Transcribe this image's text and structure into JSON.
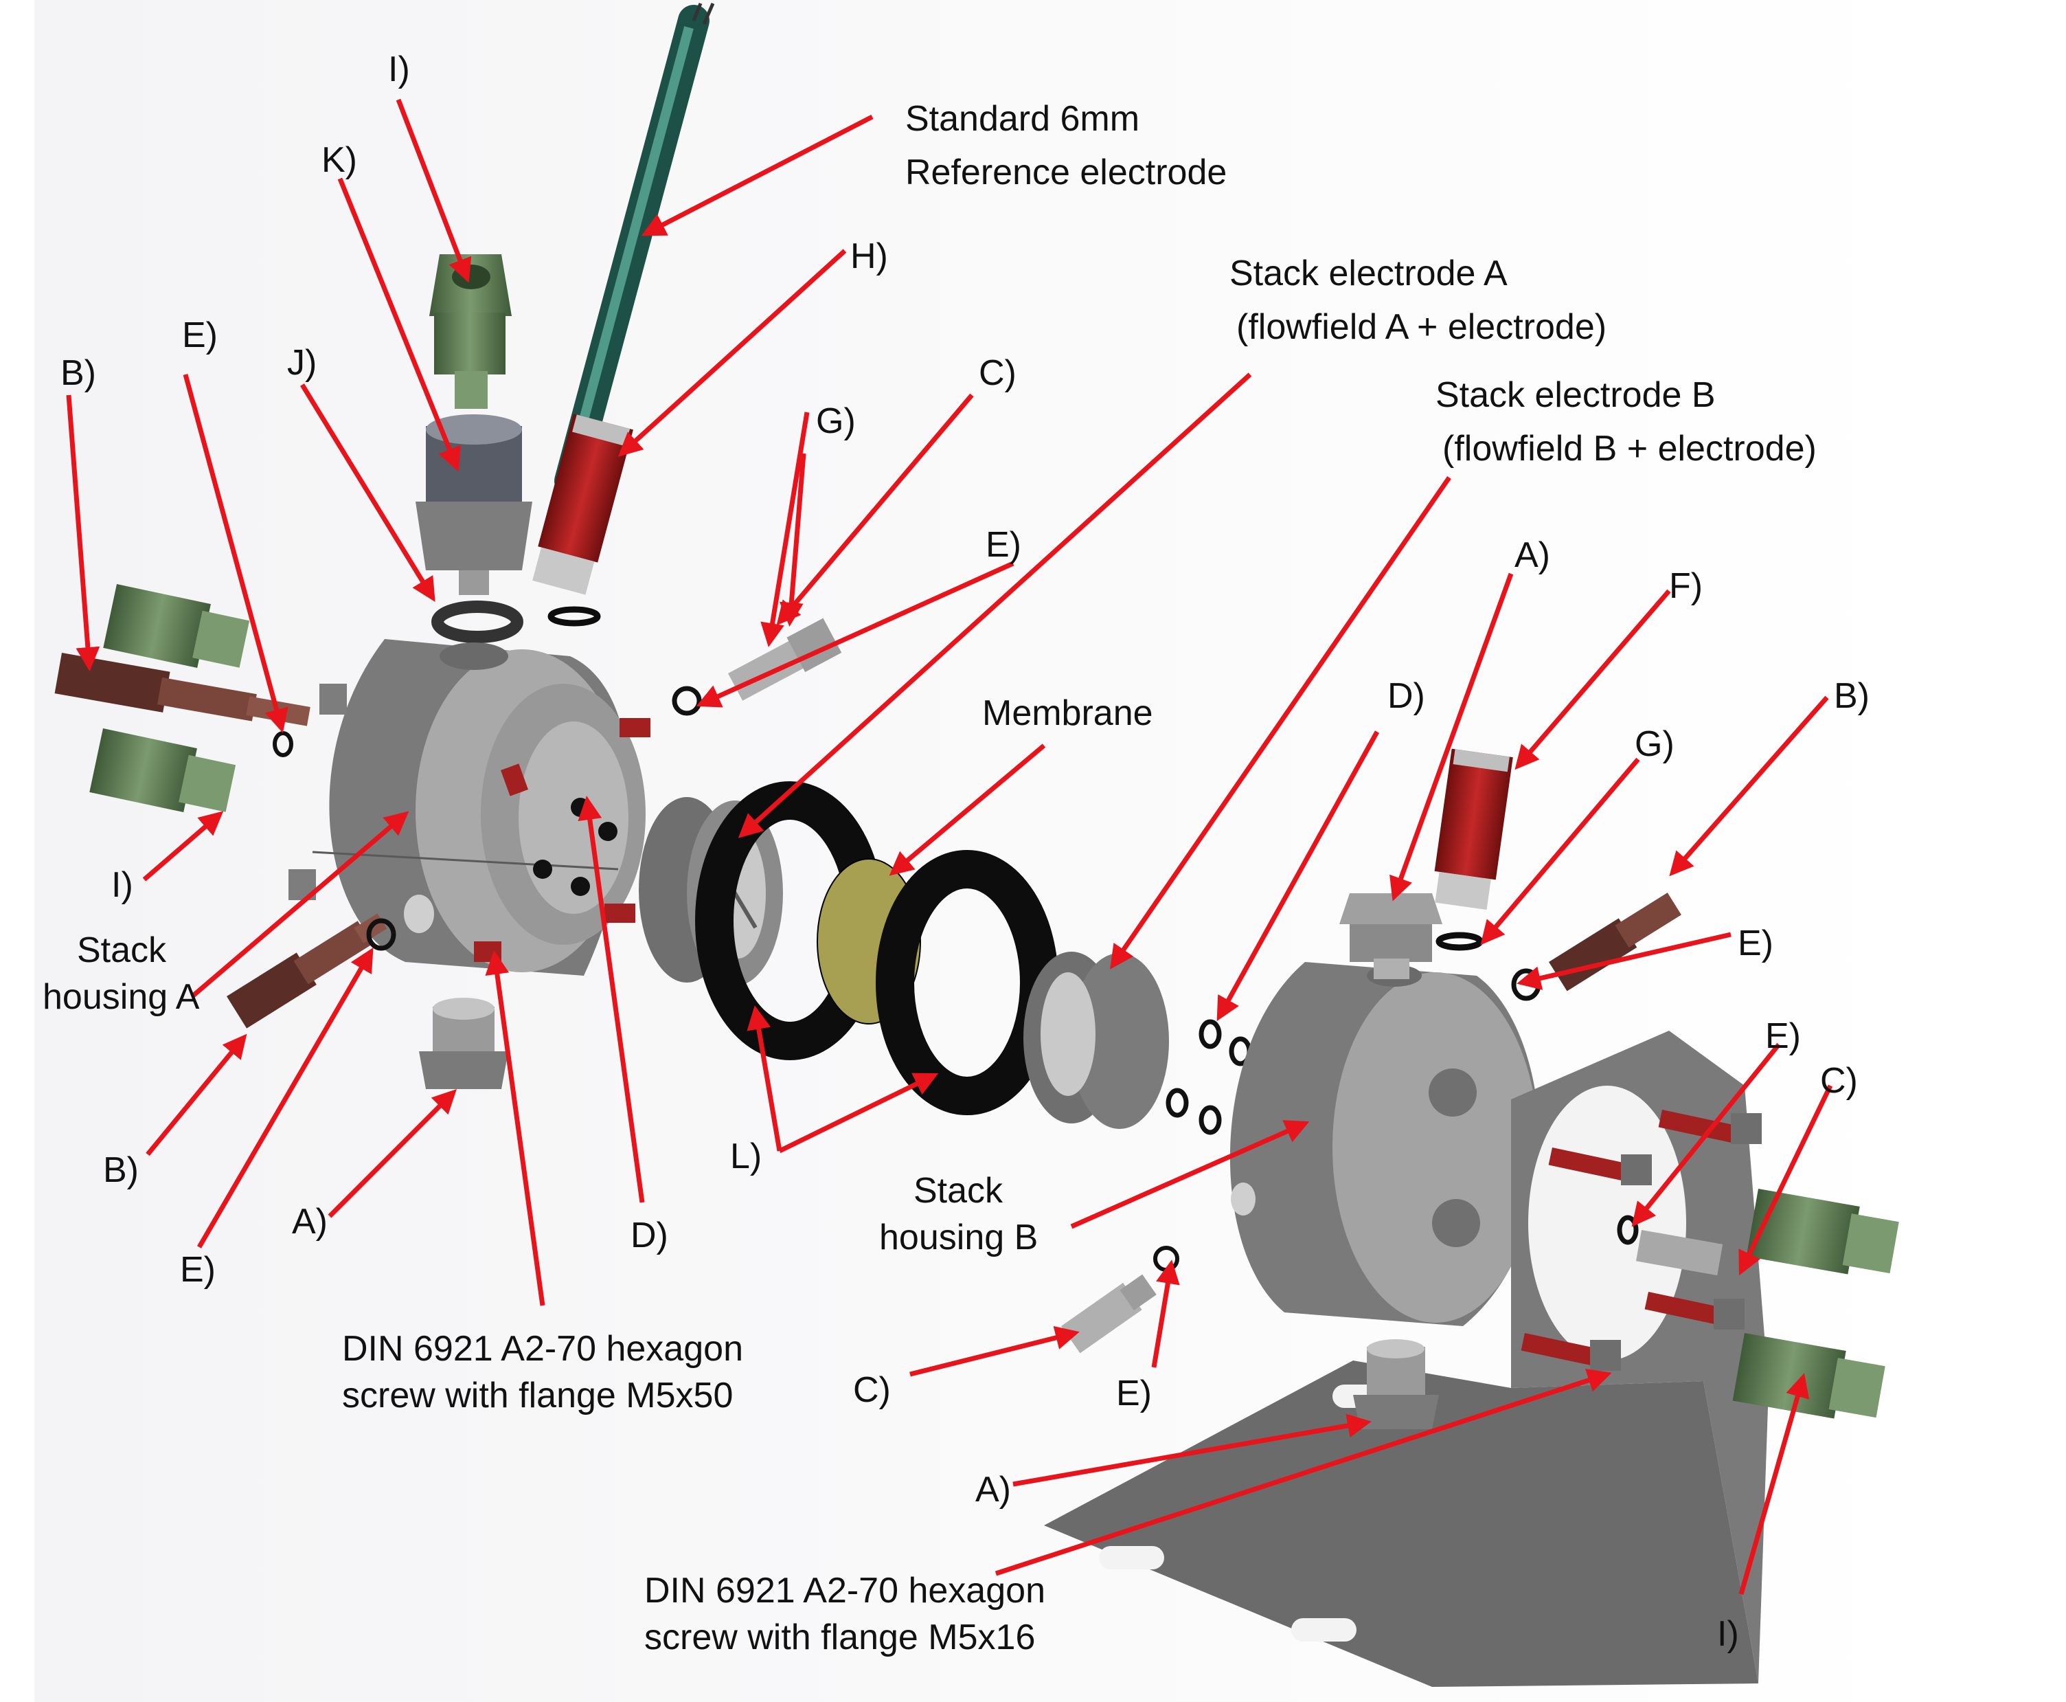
{
  "labels": {
    "ref_electrode_1": "Standard 6mm",
    "ref_electrode_2": "Reference electrode",
    "stack_a_1": "Stack electrode A",
    "stack_a_2": "(flowfield A + electrode)",
    "stack_b_1": "Stack electrode B",
    "stack_b_2": "(flowfield B + electrode)",
    "membrane": "Membrane",
    "housing_a_1": "Stack",
    "housing_a_2": "housing A",
    "housing_b_1": "Stack",
    "housing_b_2": "housing B",
    "screw50_1": "DIN 6921 A2-70 hexagon",
    "screw50_2": "screw with flange M5x50",
    "screw16_1": "DIN 6921 A2-70 hexagon",
    "screw16_2": "screw with flange M5x16",
    "I_top": "I)",
    "K": "K)",
    "H": "H)",
    "J": "J)",
    "E_left_top": "E)",
    "B_left_top": "B)",
    "C_top": "C)",
    "G_top": "G)",
    "E_mid": "E)",
    "A_right_top": "A)",
    "F": "F)",
    "D_right": "D)",
    "G_right": "G)",
    "B_right": "B)",
    "E_right": "E)",
    "E_right2": "E)",
    "C_right": "C)",
    "I_left": "I)",
    "B_left_bottom": "B)",
    "E_left_bottom": "E)",
    "A_left_bottom": "A)",
    "D_left": "D)",
    "L": "L)",
    "C_bottom": "C)",
    "E_bottom": "E)",
    "A_bottom": "A)",
    "I_bottom_right": "I)"
  },
  "colors": {
    "arrow": "#e8141b",
    "steel": "#8c8c8c",
    "steel_dark": "#5e5e5e",
    "steel_light": "#b4b4b4",
    "green_fitting": "#5d7a52",
    "red_part": "#a51a1a",
    "teal_rod": "#2f6f62",
    "membrane": "#a79f52",
    "gasket": "#0d0d0d",
    "bronze": "#6b3a30"
  }
}
